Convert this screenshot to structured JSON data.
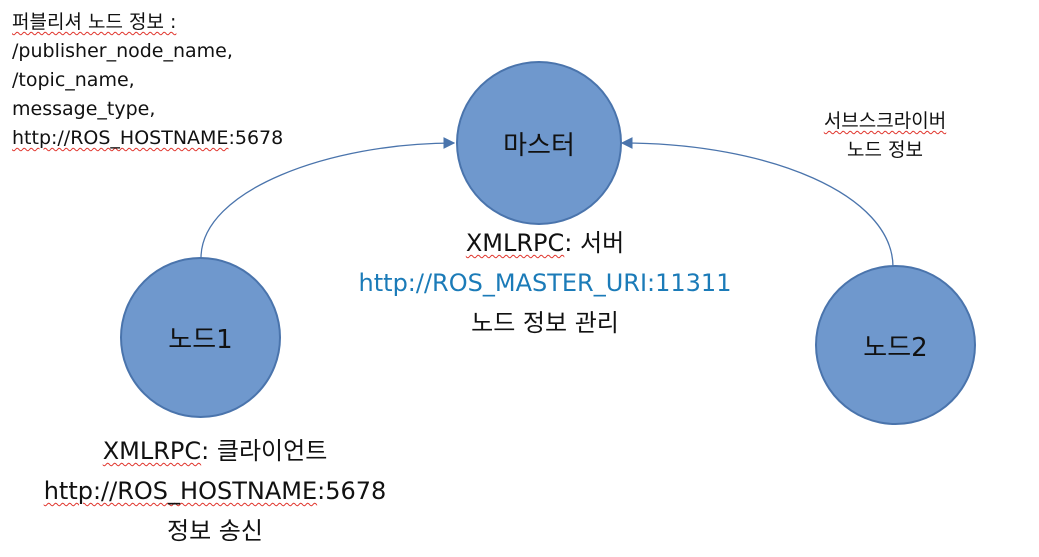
{
  "nodes": {
    "master": "마스터",
    "node1": "노드1",
    "node2": "노드2"
  },
  "publisher_info": {
    "line1": "퍼블리셔 노드 정보 :",
    "line2": "/publisher_node_name,",
    "line3": "/topic_name,",
    "line4": "message_type,",
    "line5_prefix": "http://ROS_HOSTNAME",
    "line5_suffix": ":5678"
  },
  "subscriber_info": {
    "line1": "서브스크라이버",
    "line2": "노드 정보"
  },
  "master_info": {
    "xmlrpc_prefix": "XMLRPC",
    "xmlrpc_suffix": ": 서버",
    "uri": "http://ROS_MASTER_URI:11311",
    "description": "노드 정보 관리"
  },
  "node1_info": {
    "xmlrpc_prefix": "XMLRPC",
    "xmlrpc_suffix": ": 클라이언트",
    "host_prefix": "http://ROS_HOSTNAME",
    "host_suffix": ":5678",
    "description": "정보 송신"
  },
  "colors": {
    "node_fill": "#6f98cd",
    "node_border": "#4a74ac",
    "arrow": "#4a74ac",
    "link_text": "#1b7bb8",
    "spell_underline": "#e0332b"
  }
}
